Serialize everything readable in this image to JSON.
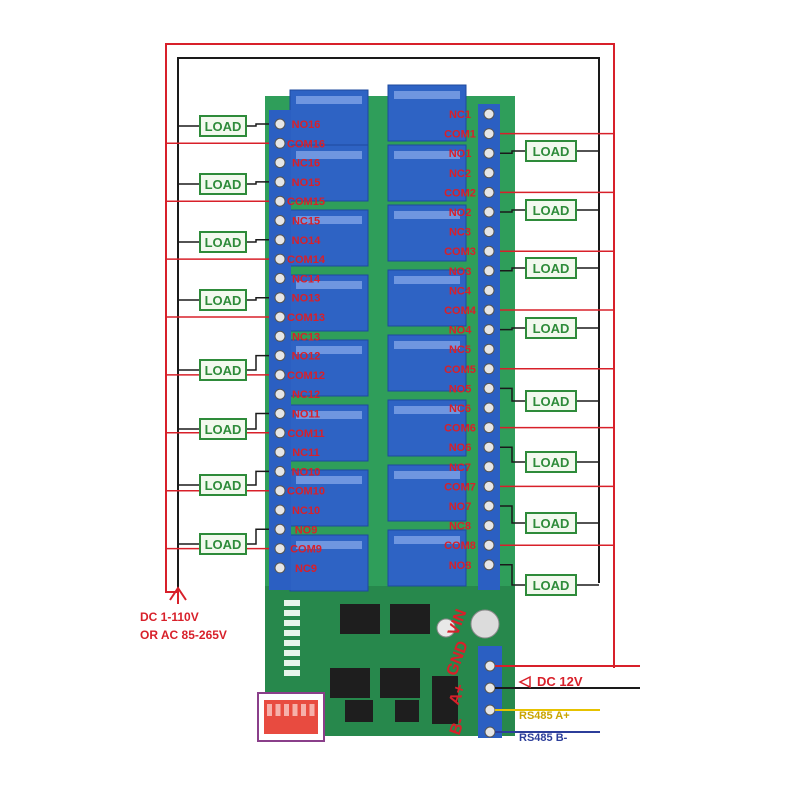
{
  "diagram": {
    "load_label": "LOAD",
    "left_terminals": [
      "NO16",
      "COM16",
      "NC16",
      "NO15",
      "COM15",
      "NC15",
      "NO14",
      "COM14",
      "NC14",
      "NO13",
      "COM13",
      "NC13",
      "NO12",
      "COM12",
      "NC12",
      "NO11",
      "COM11",
      "NC11",
      "NO10",
      "COM10",
      "NC10",
      "NO9",
      "COM9",
      "NC9"
    ],
    "right_terminals": [
      "NC1",
      "COM1",
      "NO1",
      "NC2",
      "COM2",
      "NO2",
      "NC3",
      "COM3",
      "NO3",
      "NC4",
      "COM4",
      "NO4",
      "NC5",
      "COM5",
      "NO5",
      "NC6",
      "COM6",
      "NO6",
      "NC7",
      "COM7",
      "NO7",
      "NC8",
      "COM8",
      "NO8"
    ],
    "power_terminals": [
      "VIN",
      "GND",
      "A+",
      "B-"
    ],
    "supply_label_line1": "DC 1-110V",
    "supply_label_line2": "OR AC 85-265V",
    "dc12_label": "DC 12V",
    "rs485a_label": "RS485 A+",
    "rs485b_label": "RS485 B-",
    "colors": {
      "wire_red": "#d8202a",
      "wire_black": "#1a1a1a",
      "pcb_green": "#2f9e5a",
      "relay_blue": "#2e63c4",
      "terminal_blue": "#2b5fc2",
      "load_green": "#2e8b3a",
      "rs485_a": "#e6c200",
      "rs485_b": "#2c3e9a"
    }
  }
}
